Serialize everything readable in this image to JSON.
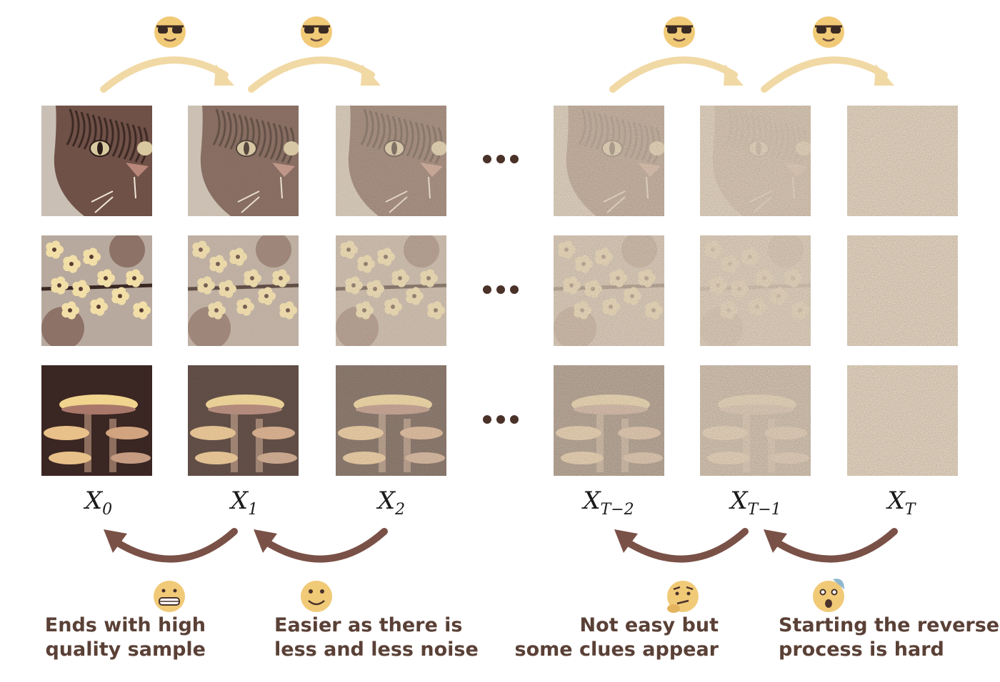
{
  "colors": {
    "forward_arrow": "#f1d9a5",
    "reverse_arrow": "#7a5147",
    "text": "#5a4036",
    "dots": "#4a3229",
    "emoji_face": "#f1ca78"
  },
  "forward_emojis": [
    "sunglasses-emoji",
    "sunglasses-emoji",
    "sunglasses-emoji",
    "sunglasses-emoji"
  ],
  "rows": [
    {
      "subject": "cat",
      "noise_levels": [
        0.0,
        0.25,
        0.5,
        0.75,
        0.9,
        1.0
      ]
    },
    {
      "subject": "flowers",
      "noise_levels": [
        0.0,
        0.25,
        0.5,
        0.75,
        0.9,
        1.0
      ]
    },
    {
      "subject": "mushrooms",
      "noise_levels": [
        0.0,
        0.25,
        0.5,
        0.75,
        0.9,
        1.0
      ]
    }
  ],
  "ellipsis": "•••",
  "labels": [
    {
      "base": "X",
      "sub": "0"
    },
    {
      "base": "X",
      "sub": "1"
    },
    {
      "base": "X",
      "sub": "2"
    },
    {
      "base": "X",
      "sub": "T−2"
    },
    {
      "base": "X",
      "sub": "T−1"
    },
    {
      "base": "X",
      "sub": "T"
    }
  ],
  "captions": [
    {
      "emoji": "grimacing-emoji",
      "line1": "Ends with high",
      "line2": "quality sample"
    },
    {
      "emoji": "smiling-emoji",
      "line1": "Easier as there is",
      "line2": "less and less noise"
    },
    {
      "emoji": "thinking-emoji",
      "line1": "Not easy but",
      "line2": "some clues appear"
    },
    {
      "emoji": "astonished-emoji",
      "line1": "Starting the reverse",
      "line2": "process is hard"
    }
  ]
}
